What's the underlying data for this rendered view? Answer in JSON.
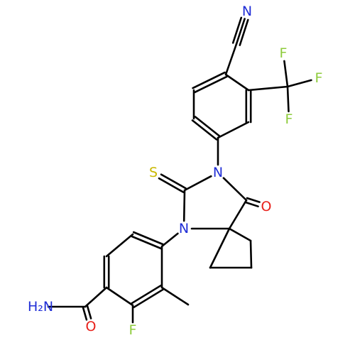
{
  "colors": {
    "bond": "#000000",
    "N": "#1f2dd6",
    "O": "#e8201a",
    "S": "#c9b800",
    "F": "#8ecb3c",
    "C": "#000000"
  },
  "atoms": [
    {
      "id": "n_nitrile",
      "el": "N",
      "label": "N"
    },
    {
      "id": "f1",
      "el": "F",
      "label": "F"
    },
    {
      "id": "f2",
      "el": "F",
      "label": "F"
    },
    {
      "id": "f3",
      "el": "F",
      "label": "F"
    },
    {
      "id": "s_thione",
      "el": "S",
      "label": "S"
    },
    {
      "id": "n_imide",
      "el": "N",
      "label": "N"
    },
    {
      "id": "o_carbonyl",
      "el": "O",
      "label": "O"
    },
    {
      "id": "n_aryl",
      "el": "N",
      "label": "N"
    },
    {
      "id": "nh2",
      "el": "N",
      "label": "H₂N"
    },
    {
      "id": "o_amide",
      "el": "O",
      "label": "O"
    },
    {
      "id": "f_aryl",
      "el": "F",
      "label": "F"
    }
  ]
}
